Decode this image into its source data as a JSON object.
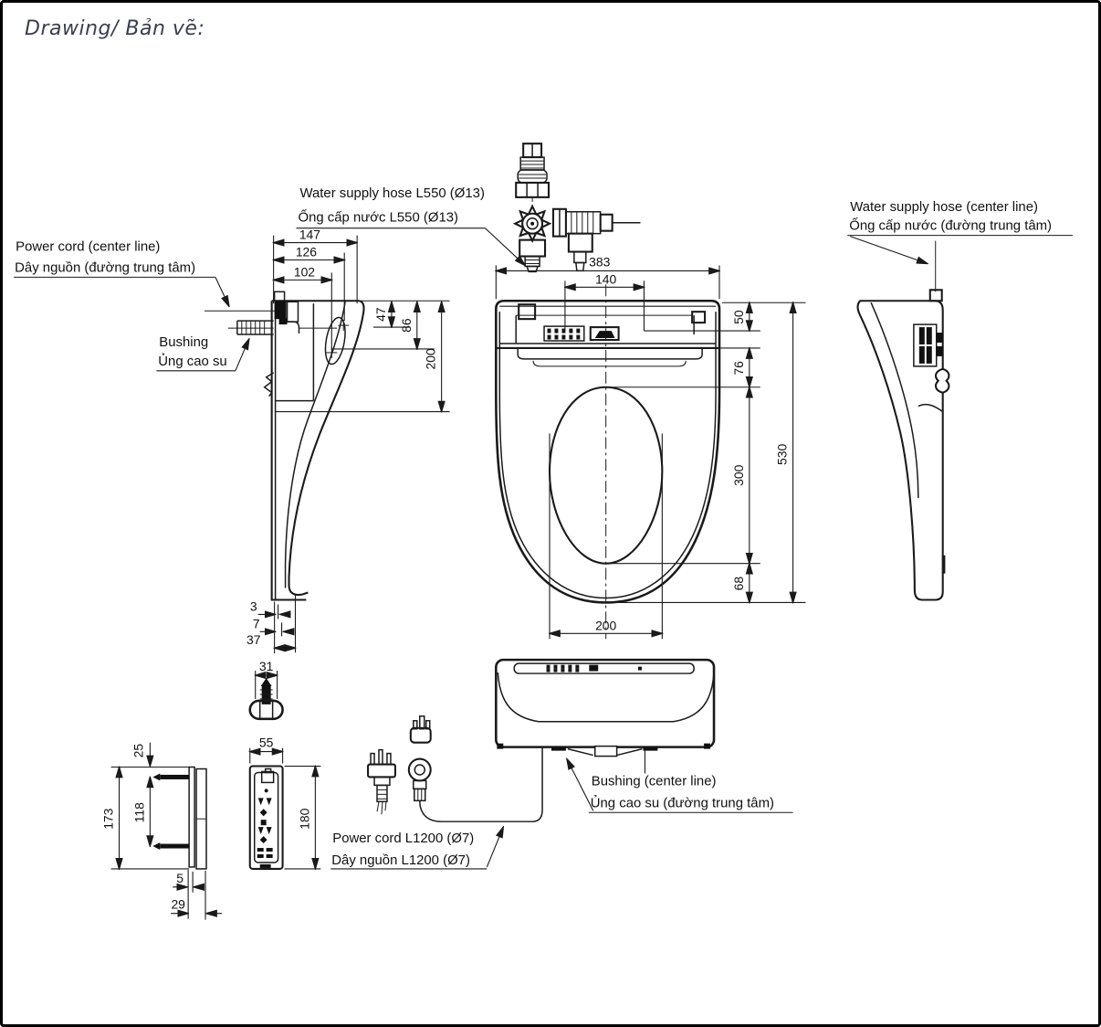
{
  "title": "Drawing/ Bản vẽ:",
  "colors": {
    "background": "#ffffff",
    "border": "#000000",
    "line": "#1a1a1a",
    "title_text": "#3a3f4d"
  },
  "labels": {
    "water_hose_l550_en": "Water supply hose L550 (Ø13)",
    "water_hose_l550_vi": "Ống cấp nước L550 (Ø13)",
    "power_cord_cl_en": "Power cord (center line)",
    "power_cord_cl_vi": "Dây nguồn (đường trung tâm)",
    "bushing_en": "Bushing",
    "bushing_vi": "Ủng cao su",
    "water_hose_cl_en": "Water supply hose (center line)",
    "water_hose_cl_vi": "Ống cấp nước (đường trung tâm)",
    "bushing_cl_en": "Bushing (center line)",
    "bushing_cl_vi": "Ủng cao su (đường trung tâm)",
    "power_cord_l1200_en": "Power cord L1200 (Ø7)",
    "power_cord_l1200_vi": "Dây nguồn L1200 (Ø7)"
  },
  "dimensions": {
    "side_147": "147",
    "side_126": "126",
    "side_102": "102",
    "side_47": "47",
    "side_86": "86",
    "side_200": "200",
    "side_3": "3",
    "side_7": "7",
    "side_37": "37",
    "bolt_31": "31",
    "plan_383": "383",
    "plan_140": "140",
    "plan_50": "50",
    "plan_76": "76",
    "plan_300": "300",
    "plan_68": "68",
    "plan_530": "530",
    "plan_200": "200",
    "remote_55": "55",
    "remote_180": "180",
    "remote_25": "25",
    "remote_173": "173",
    "remote_118": "118",
    "remote_5": "5",
    "remote_29": "29"
  }
}
